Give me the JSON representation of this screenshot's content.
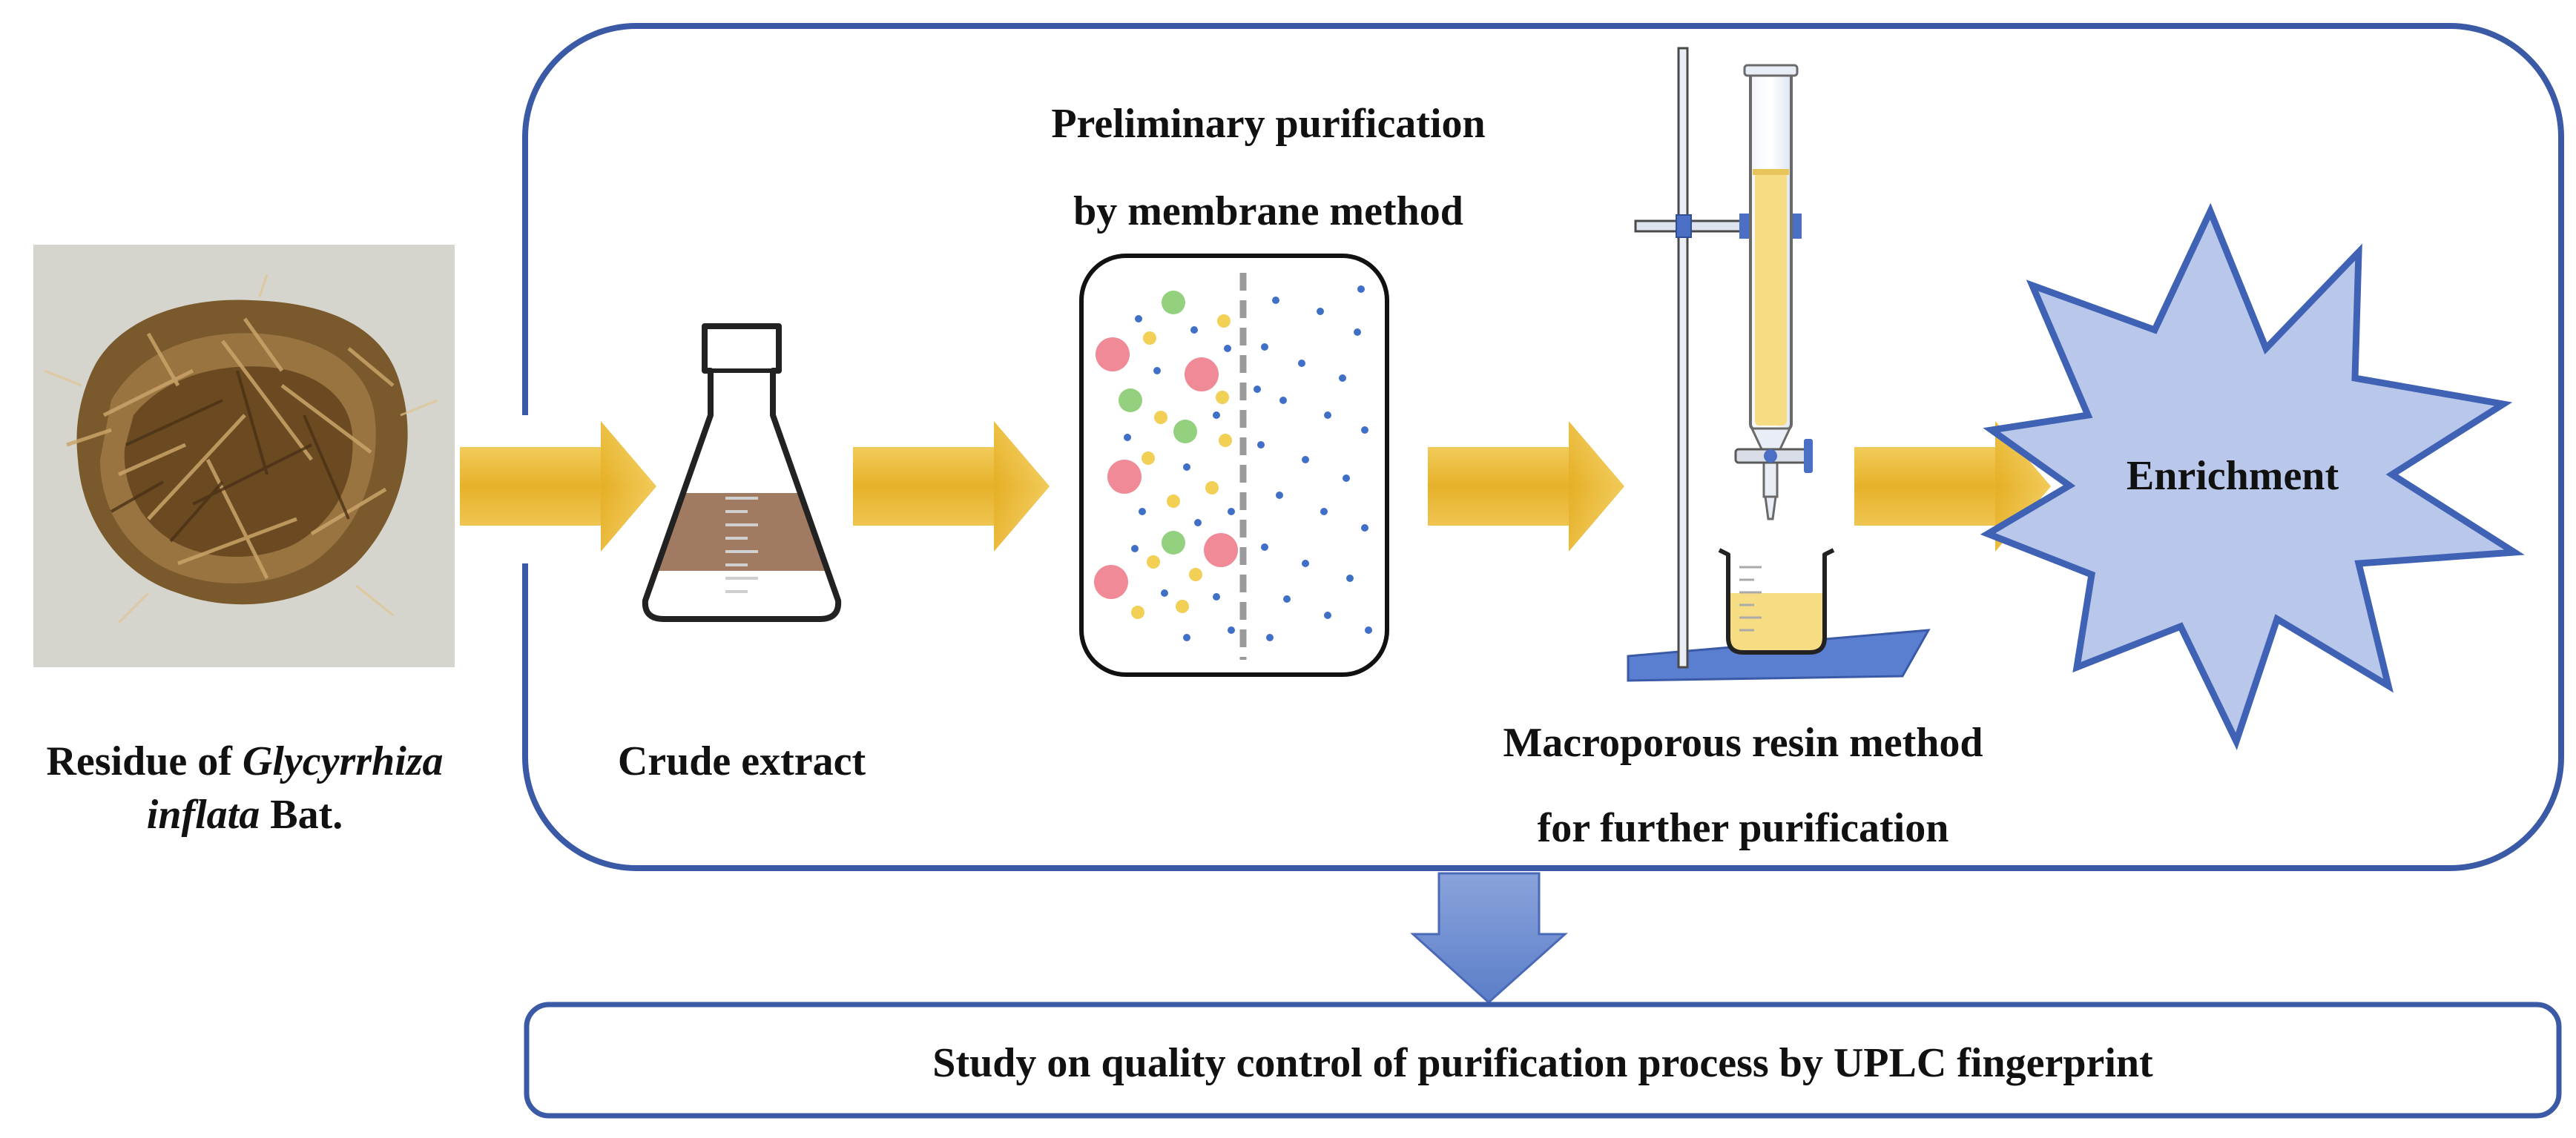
{
  "labels": {
    "residue_line1_prefix": "Residue of ",
    "residue_line1_italic": "Glycyrrhiza",
    "residue_line2_italic": "inflata",
    "residue_line2_suffix": " Bat.",
    "crude_extract": "Crude extract",
    "membrane_line1": "Preliminary purification",
    "membrane_line2": "by membrane method",
    "resin_line1": "Macroporous resin method",
    "resin_line2": "for further purification",
    "enrichment": "Enrichment",
    "uplc_study": "Study on quality control of purification process by UPLC fingerprint"
  },
  "icons": {
    "residue": "licorice-residue-photo-icon",
    "flask": "erlenmeyer-flask-icon",
    "membrane": "membrane-filtration-icon",
    "column": "chromatography-column-stand-icon",
    "beaker": "beaker-icon",
    "burst": "starburst-icon",
    "flow_arrow": "right-arrow-icon",
    "down_arrow": "down-arrow-icon"
  },
  "colors": {
    "frame": "#3b5aa6",
    "arrow_gold": "#e8b92e",
    "burst_fill": "#b8c7ea",
    "extract_brown": "#a88068",
    "resin_yellow": "#f6dd83",
    "stand_blue": "#5b7fd0",
    "particle_red": "#ef8a96",
    "particle_green": "#93d17e",
    "particle_yellow": "#f2cf55",
    "particle_blue": "#3f6fc7"
  }
}
